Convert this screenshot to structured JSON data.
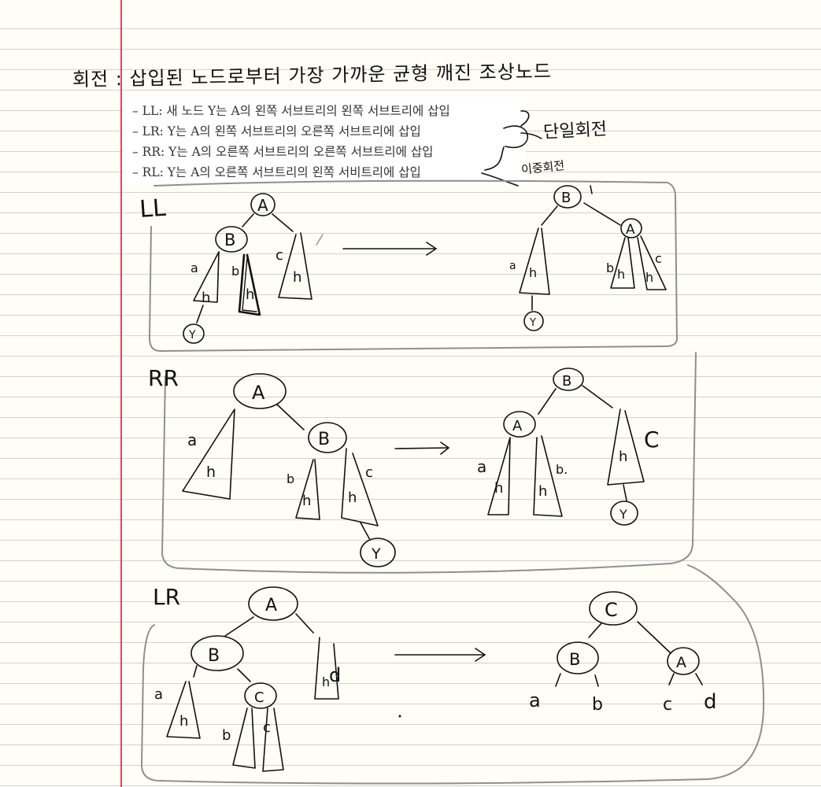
{
  "title": "회전 : 삽입된 노드로부터 가장 가까운 균형 깨진 조상노드",
  "rules": [
    "– LL: 새 노드 Y는 A의 왼쪽 서브트리의 왼쪽 서브트리에 삽입",
    "– LR: Y는 A의 왼쪽 서브트리의 오른쪽 서브트리에 삽입",
    "– RR: Y는 A의 오른쪽 서브트리의 오른쪽 서브트리에 삽입",
    "– RL: Y는 A의 오른쪽 서브트리의 왼쪽 서비트리에 삽입"
  ],
  "annotations": {
    "single_rotation": "단일회전",
    "double_rotation": "이중회전"
  },
  "sections": {
    "ll": {
      "label": "LL",
      "before": {
        "root": "A",
        "child": "B",
        "new_node": "Y",
        "subtrees": [
          "a",
          "b",
          "c"
        ],
        "heights": [
          "h",
          "h",
          "h"
        ]
      },
      "after": {
        "root": "B",
        "child": "A",
        "new_node": "Y",
        "subtrees": [
          "a",
          "b",
          "c"
        ],
        "heights": [
          "h",
          "h",
          "h"
        ]
      }
    },
    "rr": {
      "label": "RR",
      "before": {
        "root": "A",
        "child": "B",
        "new_node": "Y",
        "subtrees": [
          "a",
          "b",
          "c"
        ],
        "heights": [
          "h",
          "h",
          "h"
        ]
      },
      "after": {
        "root": "B",
        "child": "A",
        "new_node": "Y",
        "subtrees": [
          "a",
          "b.",
          "C"
        ],
        "heights": [
          "h",
          "h",
          "h"
        ]
      }
    },
    "lr": {
      "label": "LR",
      "before": {
        "root": "A",
        "child": "B",
        "grandchild": "C",
        "subtrees": [
          "a",
          "b",
          "c",
          "d"
        ],
        "heights": [
          "h",
          "h"
        ]
      },
      "after": {
        "root": "C",
        "left": "B",
        "right": "A",
        "subtrees": [
          "a",
          "b",
          "c",
          "d"
        ]
      }
    }
  },
  "colors": {
    "paper": "#fefdf6",
    "ruled_line": "#cfd3d6",
    "margin_line": "#d9485e",
    "ink": "#111111",
    "frame": "#8f8f8f"
  }
}
